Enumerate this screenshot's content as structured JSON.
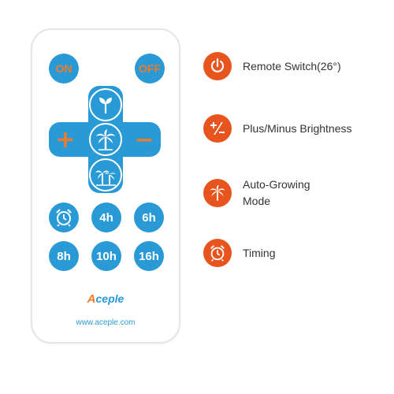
{
  "remote": {
    "on_label": "ON",
    "off_label": "OFF",
    "plus_label": "+",
    "minus_label": "−",
    "timer_buttons": [
      "4h",
      "6h",
      "8h",
      "10h",
      "16h"
    ],
    "brand": "ceple",
    "brand_initial": "A",
    "website": "www.aceple.com"
  },
  "legend": [
    {
      "icon": "power-icon",
      "text": "Remote Switch(26°)"
    },
    {
      "icon": "plus-minus-icon",
      "text": "Plus/Minus Brightness"
    },
    {
      "icon": "palm-tree-icon",
      "text_line1": "Auto-Growing",
      "text_line2": "Mode"
    },
    {
      "icon": "alarm-clock-icon",
      "text": "Timing"
    }
  ],
  "colors": {
    "button_blue": "#2a9ad6",
    "accent_orange": "#f07a2a",
    "legend_red": "#e8541e"
  }
}
